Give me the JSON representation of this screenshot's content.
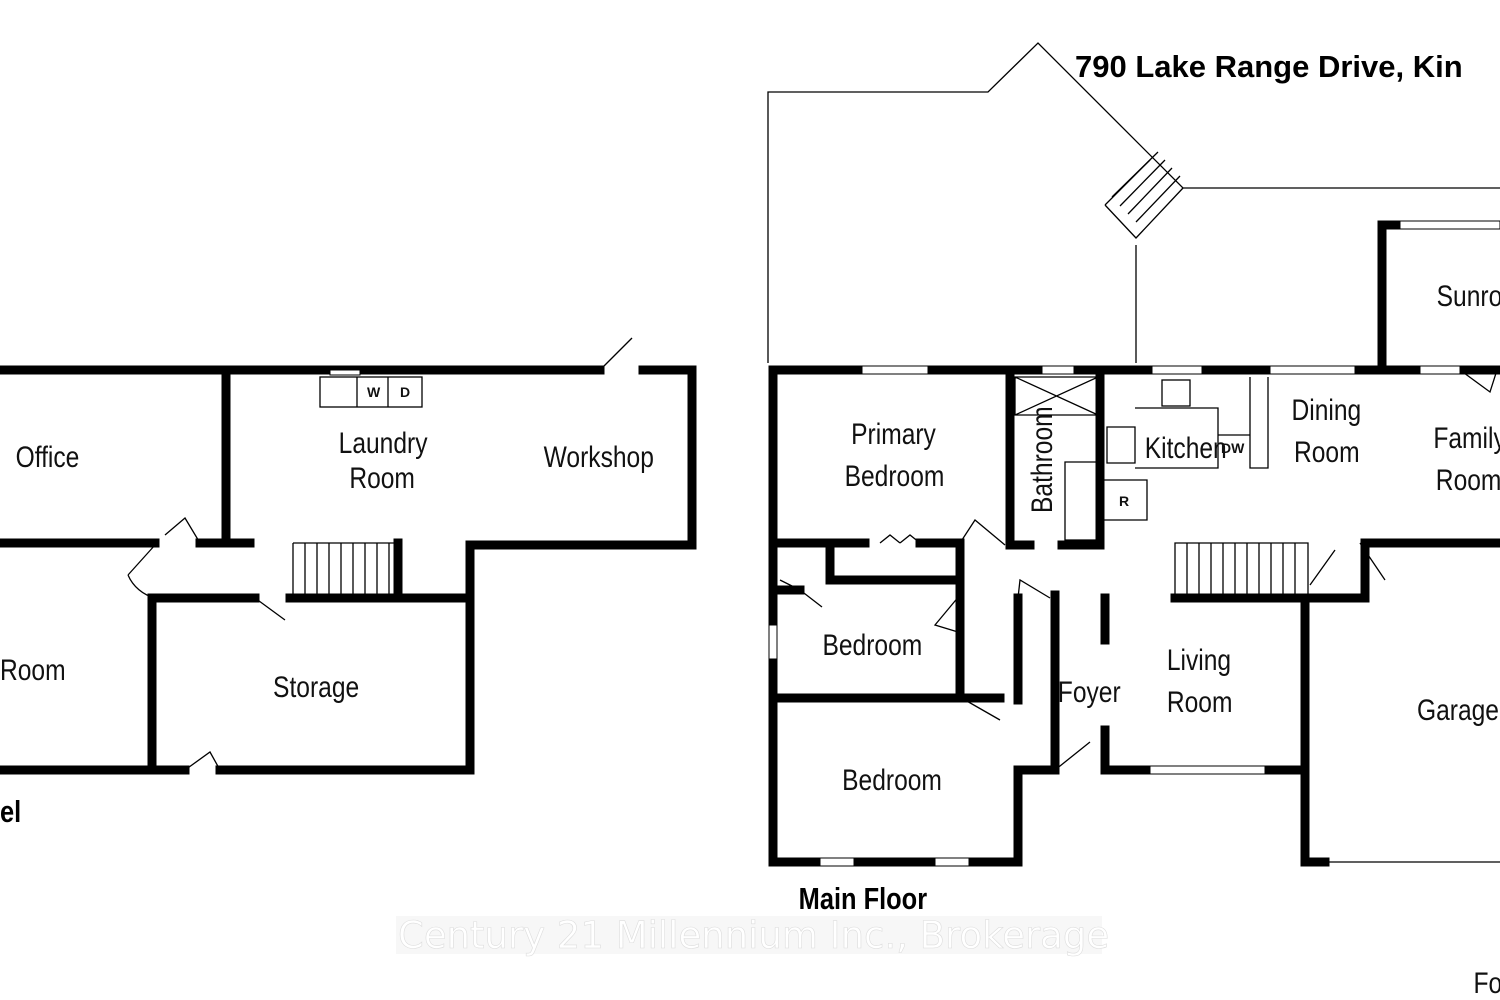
{
  "title": "790 Lake Range Drive, Kin",
  "floors": {
    "basement": {
      "label": "el",
      "rooms": {
        "office": "Office",
        "laundry_1": "Laundry",
        "laundry_2": "Room",
        "workshop": "Workshop",
        "room": "Room",
        "storage": "Storage"
      },
      "fixtures": {
        "washer": "W",
        "dryer": "D"
      }
    },
    "main": {
      "label": "Main Floor",
      "rooms": {
        "primary_1": "Primary",
        "primary_2": "Bedroom",
        "bathroom": "Bathroom",
        "kitchen": "Kitchen",
        "dining_1": "Dining",
        "dining_2": "Room",
        "family_1": "Family",
        "family_2": "Room",
        "sunroom": "Sunro",
        "bedroom_a": "Bedroom",
        "bedroom_b": "Bedroom",
        "foyer": "Foyer",
        "living_1": "Living",
        "living_2": "Room",
        "garage": "Garage"
      },
      "fixtures": {
        "dishwasher": "DW",
        "refrigerator": "R"
      }
    }
  },
  "watermark": "Century 21 Millennium Inc., Brokerage",
  "footer_note": "For Ill"
}
